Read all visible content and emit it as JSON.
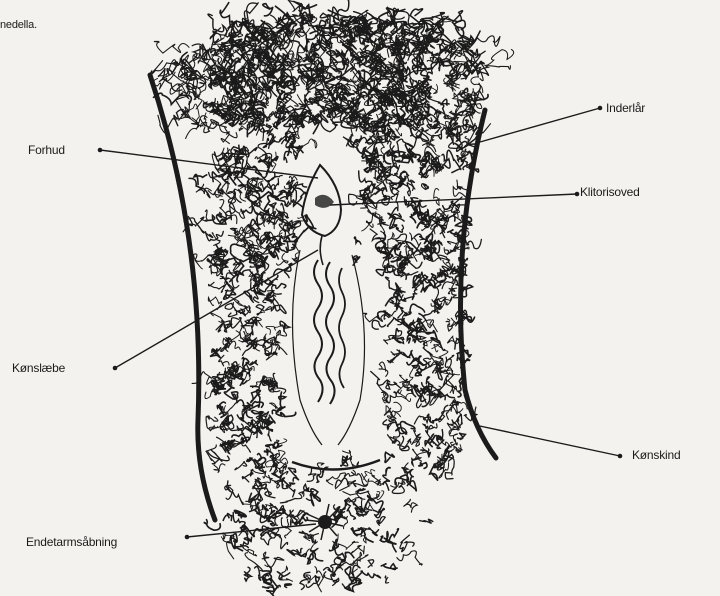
{
  "corner_text": "nedella.",
  "labels": {
    "forhud": "Forhud",
    "inderlaar": "Inderlår",
    "klitoris": "Klitorisoved",
    "koenslaebe": "Kønslæbe",
    "koensskind": "Kønskind",
    "endetarm": "Endetarmsåbning"
  },
  "colors": {
    "paper": "#f3f2ee",
    "ink": "#1b1b1b"
  }
}
